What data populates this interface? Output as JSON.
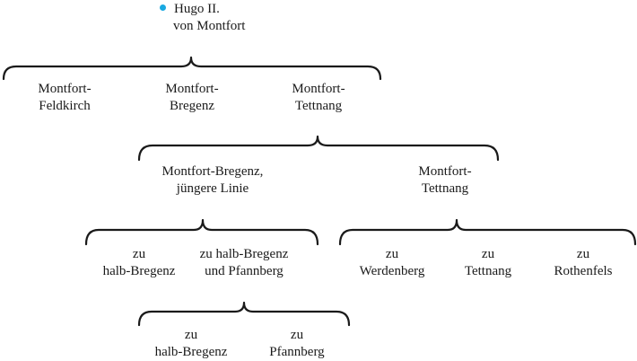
{
  "colors": {
    "ink": "#1a1a1a",
    "dot": "#19a9e1"
  },
  "root": {
    "line1": "Hugo II.",
    "line2": "von Montfort"
  },
  "level1": [
    {
      "line1": "Montfort-",
      "line2": "Feldkirch"
    },
    {
      "line1": "Montfort-",
      "line2": "Bregenz"
    },
    {
      "line1": "Montfort-",
      "line2": "Tettnang"
    }
  ],
  "level2": [
    {
      "line1": "Montfort-Bregenz,",
      "line2": "jüngere Linie"
    },
    {
      "line1": "Montfort-",
      "line2": "Tettnang"
    }
  ],
  "level3_bregenz": [
    {
      "line1": "zu",
      "line2": "halb-Bregenz"
    },
    {
      "line1": "zu halb-Bregenz",
      "line2": "und Pfannberg"
    }
  ],
  "level3_tettnang": [
    {
      "line1": "zu",
      "line2": "Werdenberg"
    },
    {
      "line1": "zu",
      "line2": "Tettnang"
    },
    {
      "line1": "zu",
      "line2": "Rothenfels"
    }
  ],
  "level4": [
    {
      "line1": "zu",
      "line2": "halb-Bregenz"
    },
    {
      "line1": "zu",
      "line2": "Pfannberg"
    }
  ]
}
